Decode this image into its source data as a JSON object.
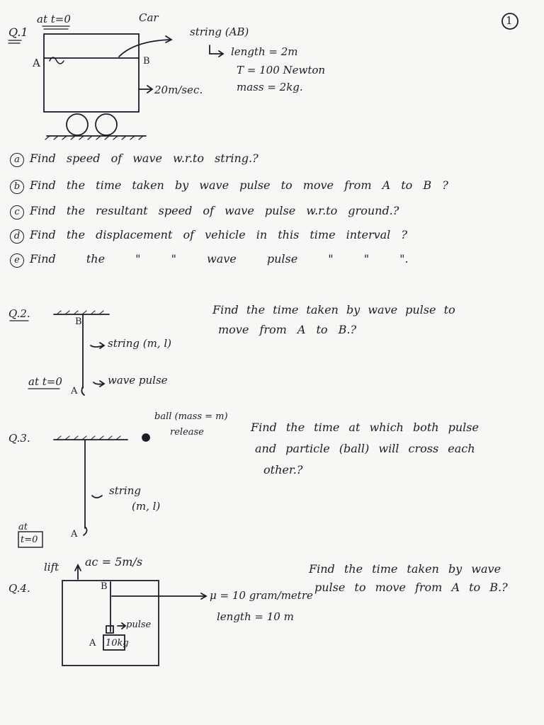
{
  "page": {
    "number": "1"
  },
  "q1": {
    "label": "Q.1",
    "at_t0": "at t=0",
    "car": "Car",
    "string_label": "string (AB)",
    "length": "length = 2m",
    "tension": "T = 100 Newton",
    "mass": "mass = 2kg.",
    "speed": "20m/sec.",
    "point_a": "A",
    "point_b": "B",
    "parts": [
      {
        "marker": "a",
        "text": "Find speed of wave w.r.to string.?"
      },
      {
        "marker": "b",
        "text": "Find the time taken by wave pulse to move from A to B ?"
      },
      {
        "marker": "c",
        "text": "Find the resultant speed of wave pulse w.r.to ground.?"
      },
      {
        "marker": "d",
        "text": "Find the displacement of vehicle in this time interval ?"
      },
      {
        "marker": "e",
        "text": "Find the \" \" wave pulse \" \" \"."
      }
    ]
  },
  "q2": {
    "label": "Q.2.",
    "point_b": "B",
    "point_a": "A",
    "string_label": "string (m, l)",
    "at_t0": "at t=0",
    "pulse_label": "wave pulse",
    "question_line1": "Find the time taken by wave pulse to",
    "question_line2": "move from A to B.?"
  },
  "q3": {
    "label": "Q.3.",
    "ball_label": "ball (mass = m)",
    "release": "release",
    "string_label1": "string",
    "string_label2": "(m, l)",
    "at": "at",
    "t0": "t=0",
    "point_a": "A",
    "question_line1": "Find the time at which both pulse",
    "question_line2": "and particle (ball) will cross each",
    "question_line3": "other.?"
  },
  "q4": {
    "label": "Q.4.",
    "lift": "lift",
    "accel": "ac = 5m/s",
    "point_b": "B",
    "point_a": "A",
    "pulse": "pulse",
    "block": "10kg",
    "mu": "μ = 10 gram/metre",
    "length": "length = 10 m",
    "question_line1": "Find the time taken by wave",
    "question_line2": "pulse to move from A to B.?"
  }
}
